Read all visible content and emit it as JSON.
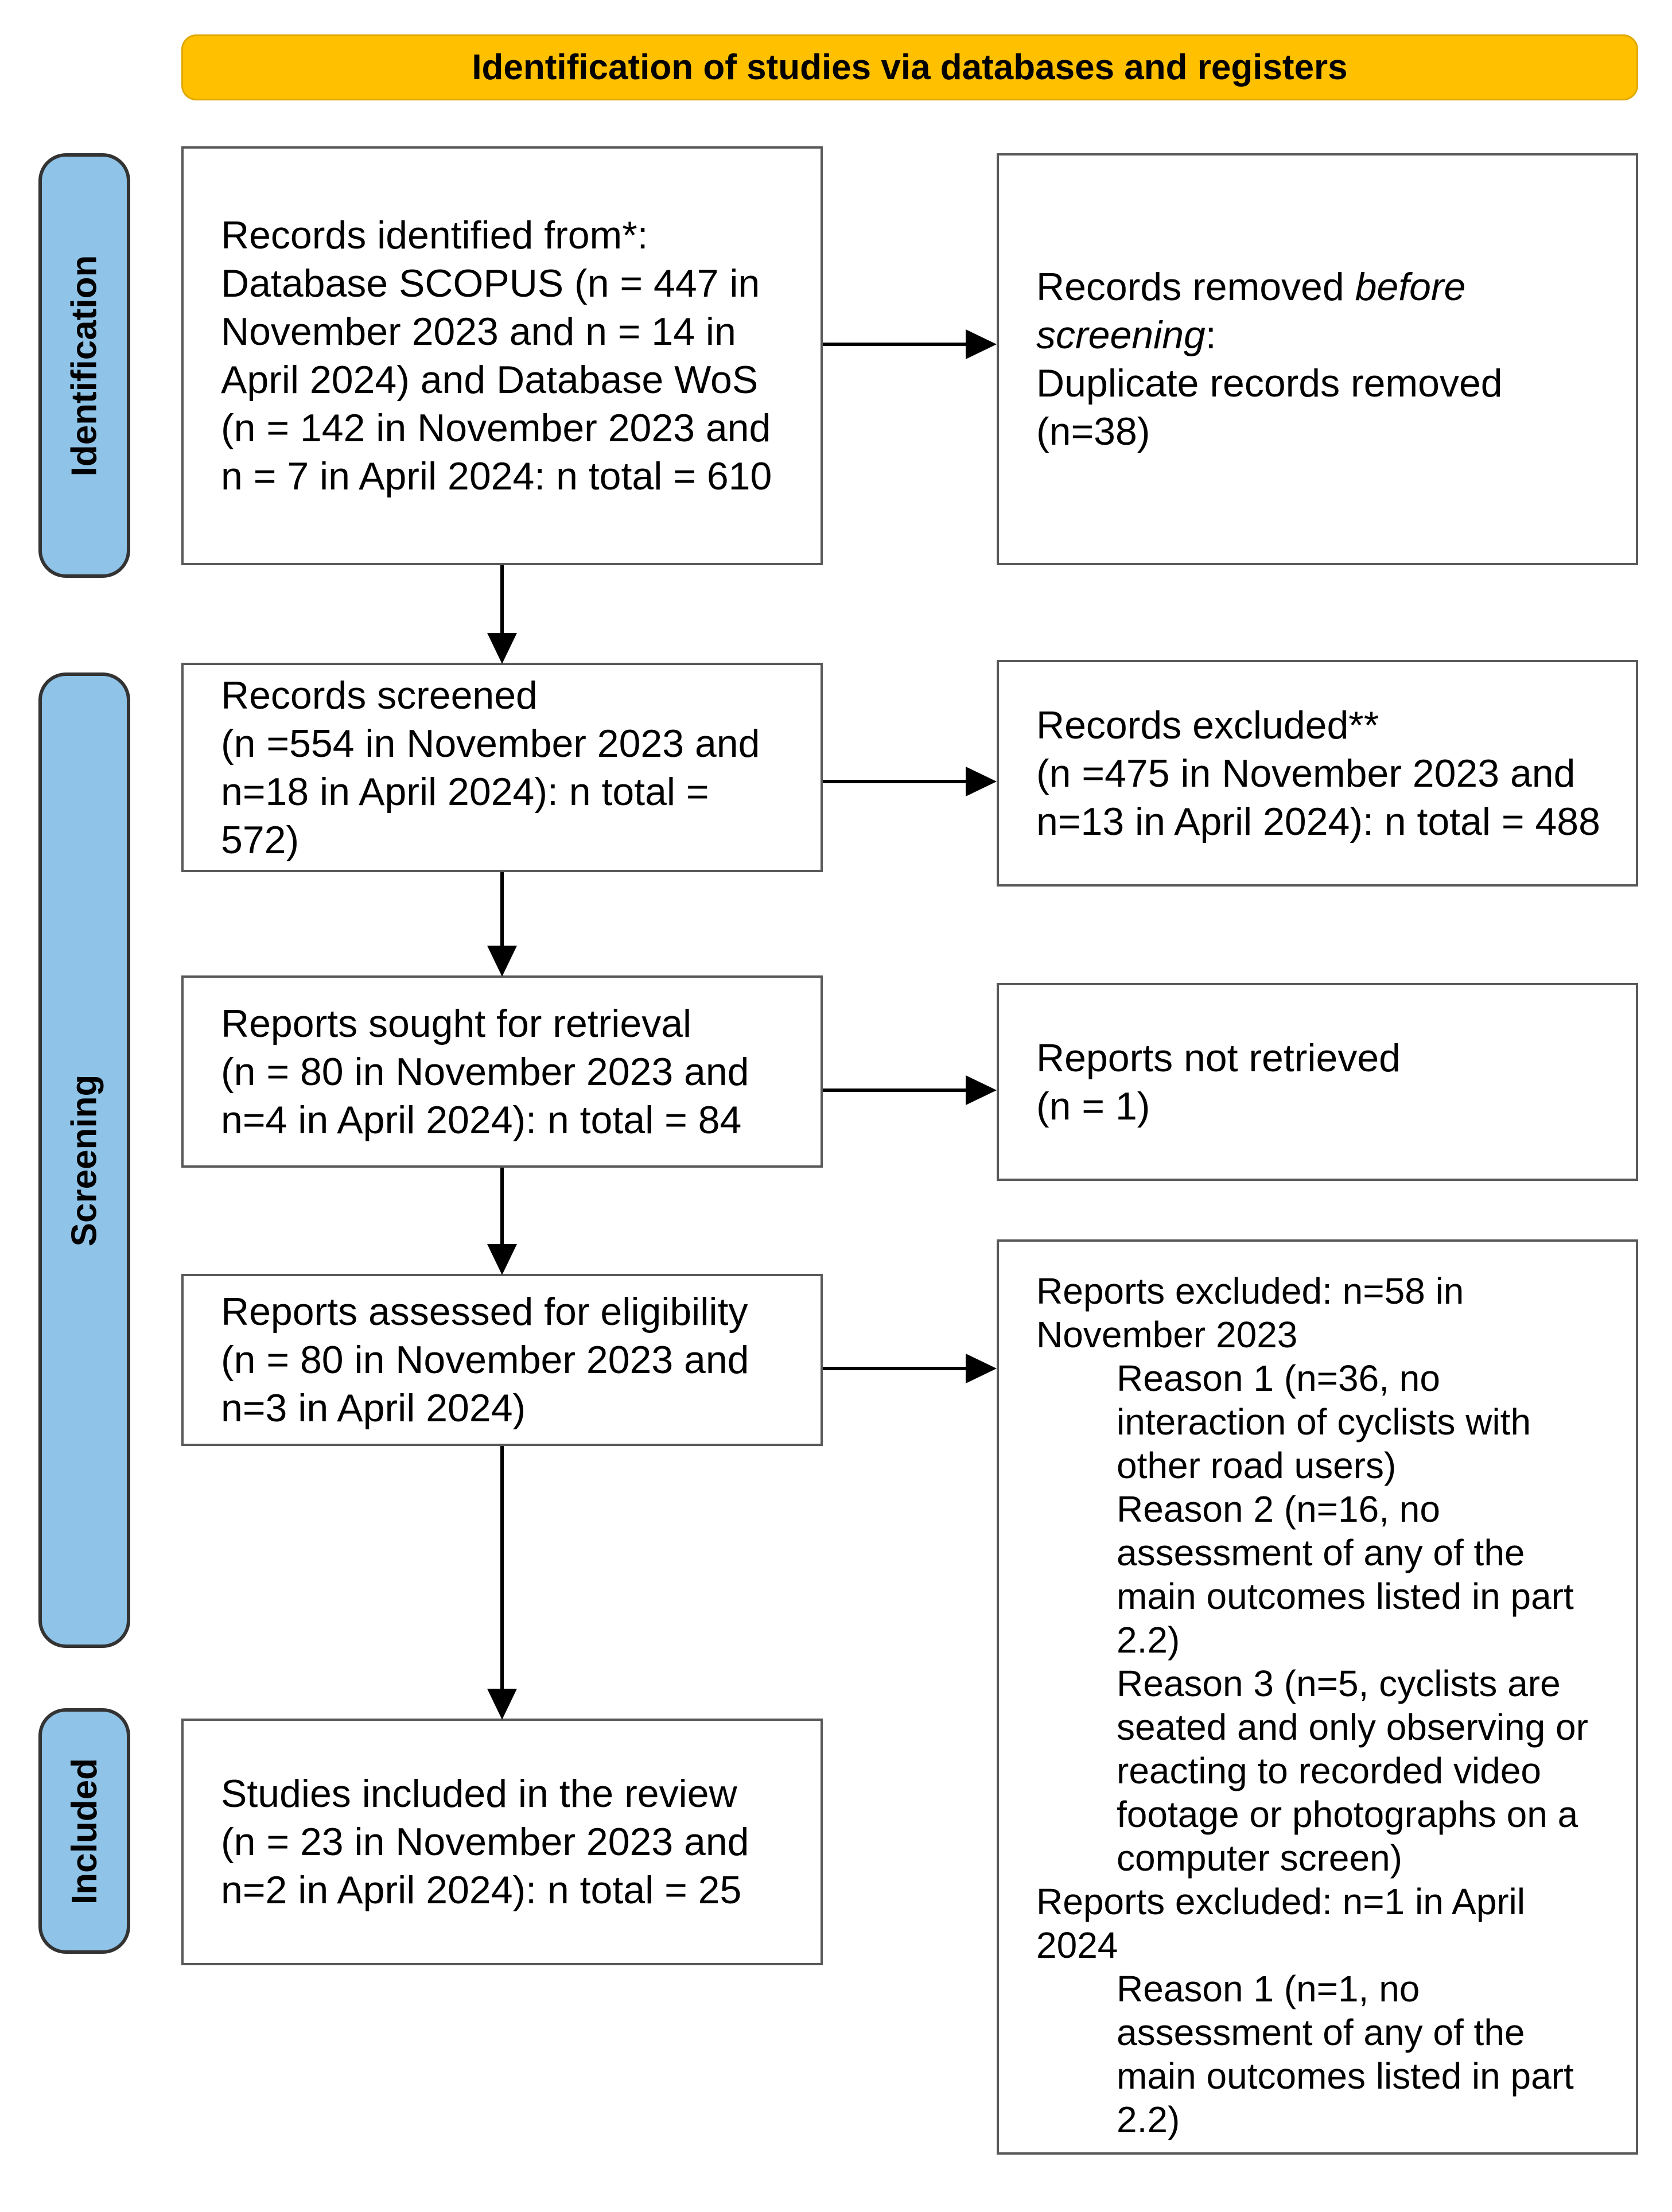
{
  "banner": {
    "label": "Identification of studies via databases and registers"
  },
  "stages": [
    {
      "label": "Identification"
    },
    {
      "label": "Screening"
    },
    {
      "label": "Included"
    }
  ],
  "colors": {
    "banner_bg": "#FFC000",
    "stage_bg": "#8FC3E7",
    "box_border": "#595959",
    "arrow": "#000000",
    "text": "#000000"
  },
  "boxes": {
    "records_identified": {
      "lines": [
        {
          "seg": [
            {
              "t": "Records identified from*:"
            }
          ]
        },
        {
          "seg": [
            {
              "t": "Database SCOPUS (n = 447 in"
            }
          ]
        },
        {
          "seg": [
            {
              "t": "November 2023 and n = 14 in"
            }
          ]
        },
        {
          "seg": [
            {
              "t": "April 2024) and Database WoS"
            }
          ]
        },
        {
          "seg": [
            {
              "t": "(n = 142 in November 2023 and"
            }
          ]
        },
        {
          "seg": [
            {
              "t": "n = 7 in April 2024: n total = 610"
            }
          ]
        }
      ]
    },
    "records_removed": {
      "lines": [
        {
          "seg": [
            {
              "t": "Records removed "
            },
            {
              "t": "before",
              "i": 1
            }
          ]
        },
        {
          "seg": [
            {
              "t": "screening",
              "i": 1
            },
            {
              "t": ":"
            }
          ]
        },
        {
          "seg": [
            {
              "t": "Duplicate records removed"
            }
          ]
        },
        {
          "seg": [
            {
              "t": "(n=38)"
            }
          ]
        }
      ]
    },
    "records_screened": {
      "lines": [
        {
          "seg": [
            {
              "t": "Records screened"
            }
          ]
        },
        {
          "seg": [
            {
              "t": "(n =554 in November 2023 and"
            }
          ]
        },
        {
          "seg": [
            {
              "t": "n=18 in April 2024): n total ="
            }
          ]
        },
        {
          "seg": [
            {
              "t": "572)"
            }
          ]
        }
      ]
    },
    "records_excluded": {
      "lines": [
        {
          "seg": [
            {
              "t": "Records excluded**"
            }
          ]
        },
        {
          "seg": [
            {
              "t": "(n =475 in November 2023 and"
            }
          ]
        },
        {
          "seg": [
            {
              "t": "n=13 in April 2024): n total = 488"
            }
          ]
        }
      ]
    },
    "reports_sought": {
      "lines": [
        {
          "seg": [
            {
              "t": "Reports sought for retrieval"
            }
          ]
        },
        {
          "seg": [
            {
              "t": "(n = 80 in November 2023 and"
            }
          ]
        },
        {
          "seg": [
            {
              "t": "n=4 in April 2024): n total = 84"
            }
          ]
        }
      ]
    },
    "reports_not_retrieved": {
      "lines": [
        {
          "seg": [
            {
              "t": "Reports not retrieved"
            }
          ]
        },
        {
          "seg": [
            {
              "t": "(n = 1)"
            }
          ]
        }
      ]
    },
    "reports_assessed": {
      "lines": [
        {
          "seg": [
            {
              "t": "Reports assessed for eligibility"
            }
          ]
        },
        {
          "seg": [
            {
              "t": "(n = 80 in November 2023 and"
            }
          ]
        },
        {
          "seg": [
            {
              "t": "n=3 in April 2024)"
            }
          ]
        }
      ]
    },
    "reports_excluded": {
      "lines": [
        {
          "seg": [
            {
              "t": "Reports excluded: n=58 in"
            }
          ]
        },
        {
          "seg": [
            {
              "t": "November 2023"
            }
          ]
        },
        {
          "ind": 1,
          "seg": [
            {
              "t": "Reason 1 (n=36, no"
            }
          ]
        },
        {
          "ind": 1,
          "seg": [
            {
              "t": "interaction of cyclists with"
            }
          ]
        },
        {
          "ind": 1,
          "seg": [
            {
              "t": "other road users)"
            }
          ]
        },
        {
          "ind": 1,
          "seg": [
            {
              "t": "Reason 2 (n=16, no"
            }
          ]
        },
        {
          "ind": 1,
          "seg": [
            {
              "t": "assessment of any of the"
            }
          ]
        },
        {
          "ind": 1,
          "seg": [
            {
              "t": "main outcomes listed in part"
            }
          ]
        },
        {
          "ind": 1,
          "seg": [
            {
              "t": "2.2)"
            }
          ]
        },
        {
          "ind": 1,
          "seg": [
            {
              "t": "Reason 3 (n=5, cyclists are"
            }
          ]
        },
        {
          "ind": 1,
          "seg": [
            {
              "t": "seated and only observing or"
            }
          ]
        },
        {
          "ind": 1,
          "seg": [
            {
              "t": "reacting to recorded video"
            }
          ]
        },
        {
          "ind": 1,
          "seg": [
            {
              "t": "footage or photographs on a"
            }
          ]
        },
        {
          "ind": 1,
          "seg": [
            {
              "t": "computer screen)"
            }
          ]
        },
        {
          "seg": [
            {
              "t": "Reports excluded: n=1 in April"
            }
          ]
        },
        {
          "seg": [
            {
              "t": "2024"
            }
          ]
        },
        {
          "ind": 1,
          "seg": [
            {
              "t": "Reason 1 (n=1, no"
            }
          ]
        },
        {
          "ind": 1,
          "seg": [
            {
              "t": "assessment of any of the"
            }
          ]
        },
        {
          "ind": 1,
          "seg": [
            {
              "t": "main outcomes listed in part"
            }
          ]
        },
        {
          "ind": 1,
          "seg": [
            {
              "t": "2.2)"
            }
          ]
        }
      ]
    },
    "studies_included": {
      "lines": [
        {
          "seg": [
            {
              "t": "Studies included in the review"
            }
          ]
        },
        {
          "seg": [
            {
              "t": "(n = 23 in November 2023 and"
            }
          ]
        },
        {
          "seg": [
            {
              "t": "n=2 in April 2024): n total = 25"
            }
          ]
        }
      ]
    }
  }
}
